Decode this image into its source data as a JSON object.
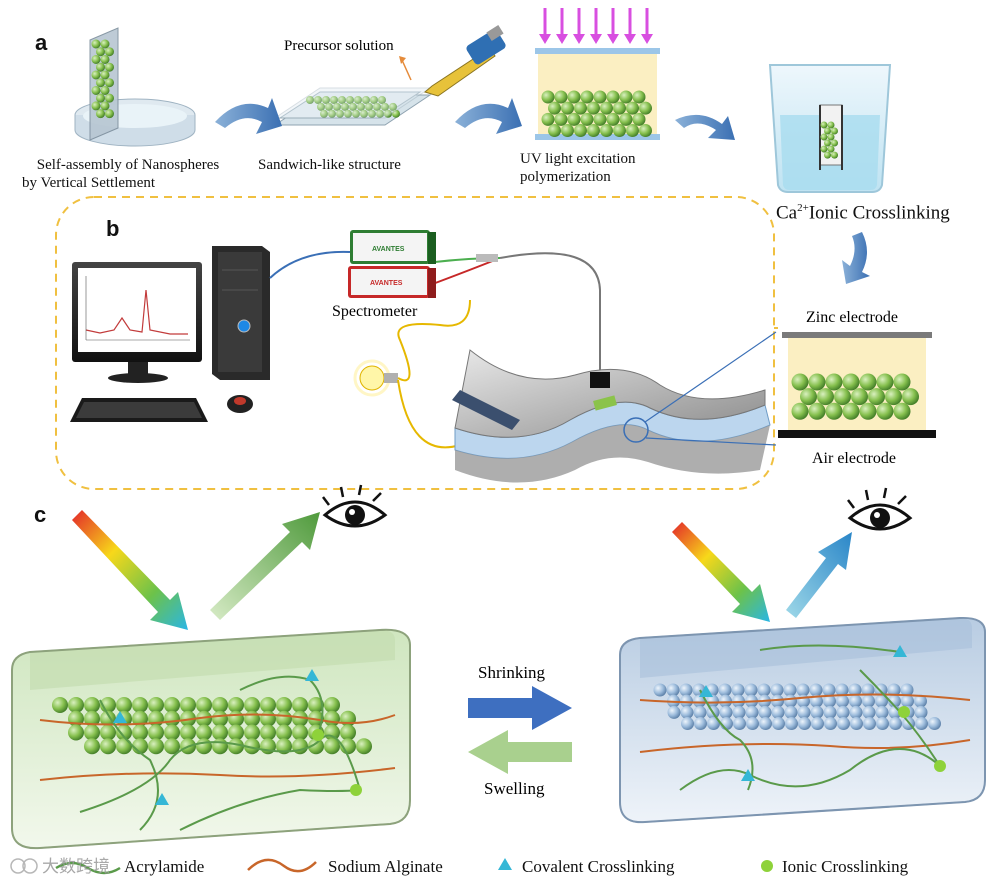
{
  "panels": {
    "a": "a",
    "b": "b",
    "c": "c"
  },
  "step_captions": {
    "self_assembly_line1": "Self-assembly of Nanospheres",
    "self_assembly_line2": "by Vertical Settlement",
    "precursor": "Precursor  solution",
    "sandwich": "Sandwich-like structure",
    "uv_line1": "UV light excitation",
    "uv_line2": "polymerization",
    "ca_prefix": "Ca",
    "ca_sup": "2+",
    "ca_rest": "Ionic Crosslinking"
  },
  "setup": {
    "spectrometer": "Spectrometer",
    "brand": "AVANTES",
    "zinc_electrode": "Zinc electrode",
    "air_electrode": "Air electrode"
  },
  "transitions": {
    "shrinking": "Shrinking",
    "swelling": "Swelling"
  },
  "legend": [
    {
      "label": "Acrylamide",
      "color": "#5a9a4a"
    },
    {
      "label": "Sodium Alginate",
      "color": "#c8662a"
    },
    {
      "label": "Covalent Crosslinking",
      "color": "#35b7d6"
    },
    {
      "label": "Ionic Crosslinking",
      "color": "#8ed23a"
    }
  ],
  "watermark": "大数跨境",
  "colors": {
    "sphere_green": "#7fbf4a",
    "sphere_blue": "#8fb4d8",
    "arrow_blue": "#3a6fb6",
    "arrow_green": "#a9d08e",
    "dash": "#f0c040"
  }
}
